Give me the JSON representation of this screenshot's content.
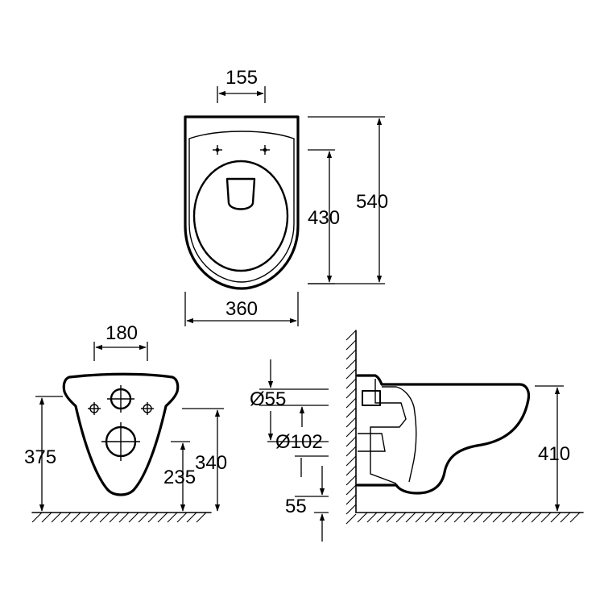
{
  "colors": {
    "line": "#000000",
    "background": "#ffffff"
  },
  "labels": {
    "top_fixing_width": "155",
    "top_overall_width": "360",
    "top_overall_depth": "540",
    "top_bowl_depth": "430",
    "front_fixing_spacing": "180",
    "front_height_overall": "375",
    "front_height_bolts": "340",
    "front_height_outlet": "235",
    "side_inlet_diameter": "Ø55",
    "side_outlet_diameter": "Ø102",
    "side_outlet_offset": "55",
    "side_height": "410"
  }
}
